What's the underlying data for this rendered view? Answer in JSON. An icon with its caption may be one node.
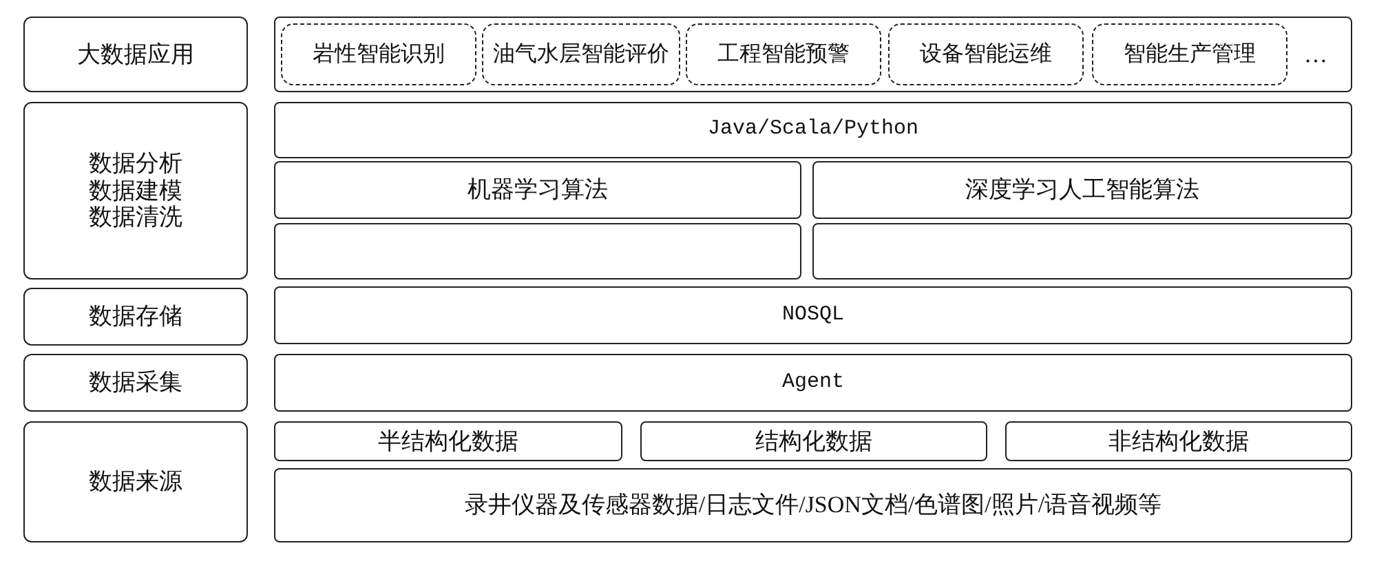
{
  "diagram": {
    "nodes": [
      {
        "text": [
          "大数据应用"
        ]
      },
      {
        "text": [
          "…"
        ]
      },
      {
        "text": [
          "岩性智能识别"
        ],
        "in": 1
      },
      {
        "text": [
          "油气水层智能评价"
        ],
        "in": 1
      },
      {
        "text": [
          "工程智能预警"
        ],
        "in": 1
      },
      {
        "text": [
          "设备智能运维"
        ],
        "in": 1
      },
      {
        "text": [
          "智能生产管理"
        ],
        "in": 1
      },
      {
        "text": [
          "数据分析",
          "数据建模",
          "数据清洗"
        ]
      },
      {
        "text": [
          "Java/Scala/Python"
        ]
      },
      {
        "text": [
          "机器学习算法"
        ]
      },
      {
        "text": [
          "深度学习人工智能算法"
        ]
      },
      {
        "text": [],
        "shape": "box"
      },
      {
        "text": [],
        "shape": "box"
      },
      {
        "text": [
          "数据存储"
        ]
      },
      {
        "text": [
          "NOSQL"
        ]
      },
      {
        "text": [
          "数据采集"
        ]
      },
      {
        "text": [
          "Agent"
        ]
      },
      {
        "text": [
          "数据来源"
        ]
      },
      {
        "text": [
          "半结构化数据"
        ]
      },
      {
        "text": [
          "结构化数据"
        ]
      },
      {
        "text": [
          "非结构化数据"
        ]
      },
      {
        "text": [
          "录井仪器及传感器数据/日志文件/JSON文档/色谱图/照片/语音视频等"
        ]
      }
    ]
  }
}
